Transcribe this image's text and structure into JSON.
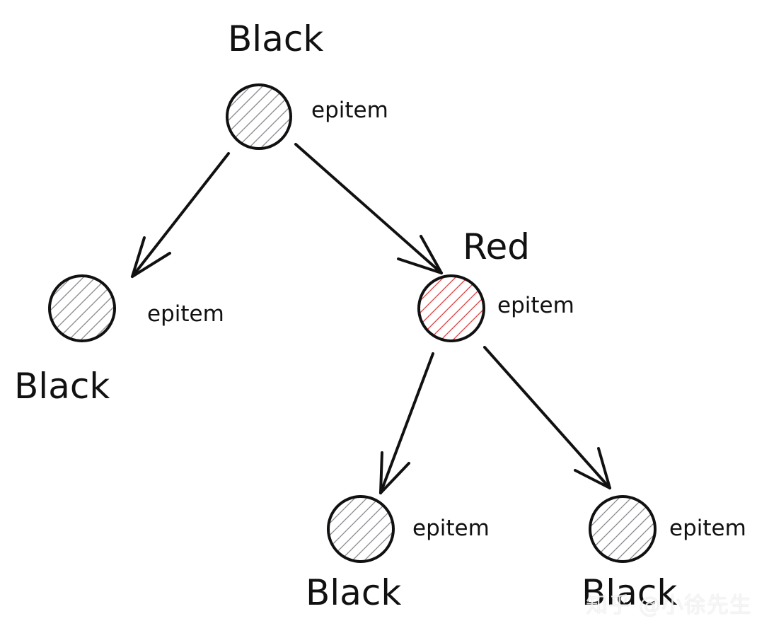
{
  "diagram": {
    "colors": {
      "ink": "#111111",
      "black_fill": "#7d8088",
      "red_fill": "#e03131"
    },
    "nodes": [
      {
        "id": "root",
        "color_label": "Black",
        "item_label": "epitem",
        "fill": "black"
      },
      {
        "id": "left",
        "color_label": "Black",
        "item_label": "epitem",
        "fill": "black"
      },
      {
        "id": "right",
        "color_label": "Red",
        "item_label": "epitem",
        "fill": "red"
      },
      {
        "id": "right-left",
        "color_label": "Black",
        "item_label": "epitem",
        "fill": "black"
      },
      {
        "id": "right-right",
        "color_label": "Black",
        "item_label": "epitem",
        "fill": "black"
      }
    ],
    "edges": [
      {
        "from": "root",
        "to": "left"
      },
      {
        "from": "root",
        "to": "right"
      },
      {
        "from": "right",
        "to": "right-left"
      },
      {
        "from": "right",
        "to": "right-right"
      }
    ]
  },
  "watermark": {
    "text": "知乎 @小徐先生"
  }
}
